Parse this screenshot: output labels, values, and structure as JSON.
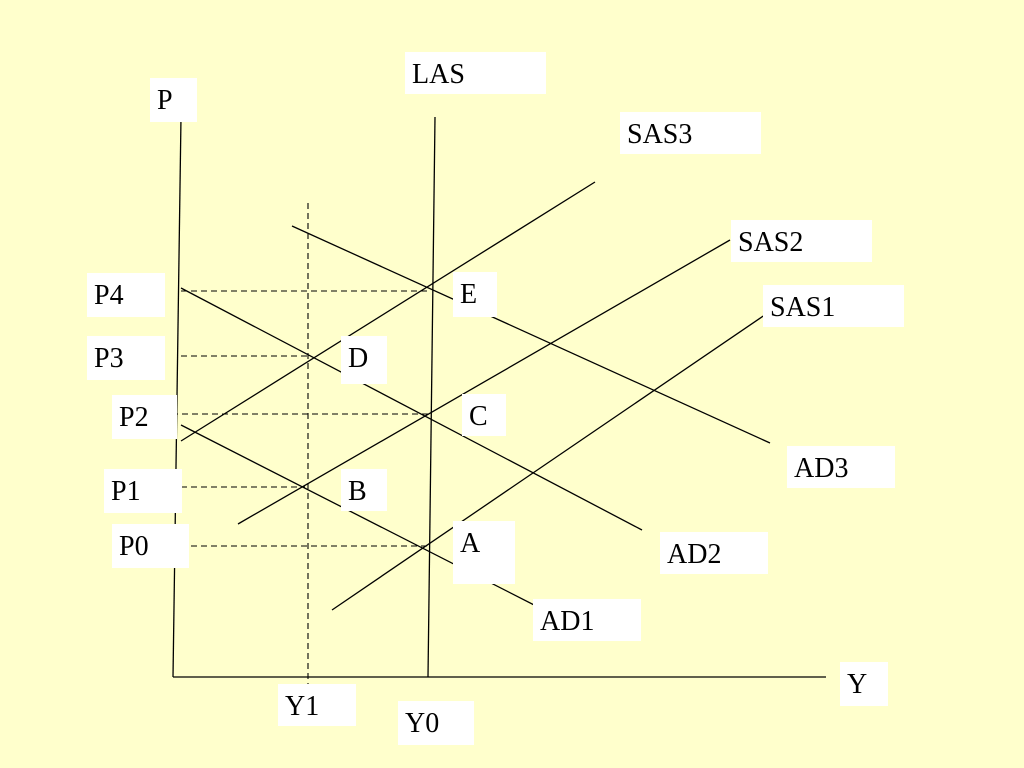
{
  "colors": {
    "background": "#FFFFCC",
    "label_background": "#FFFFFF",
    "line": "#000000"
  },
  "axes": {
    "y_axis_label": "P",
    "x_axis_label": "Y"
  },
  "curves": {
    "las": "LAS",
    "sas1": "SAS1",
    "sas2": "SAS2",
    "sas3": "SAS3",
    "ad1": "AD1",
    "ad2": "AD2",
    "ad3": "AD3"
  },
  "price_levels": {
    "p0": "P0",
    "p1": "P1",
    "p2": "P2",
    "p3": "P3",
    "p4": "P4"
  },
  "output_levels": {
    "y0": "Y0",
    "y1": "Y1"
  },
  "points": {
    "a": "A",
    "b": "B",
    "c": "C",
    "d": "D",
    "e": "E"
  }
}
